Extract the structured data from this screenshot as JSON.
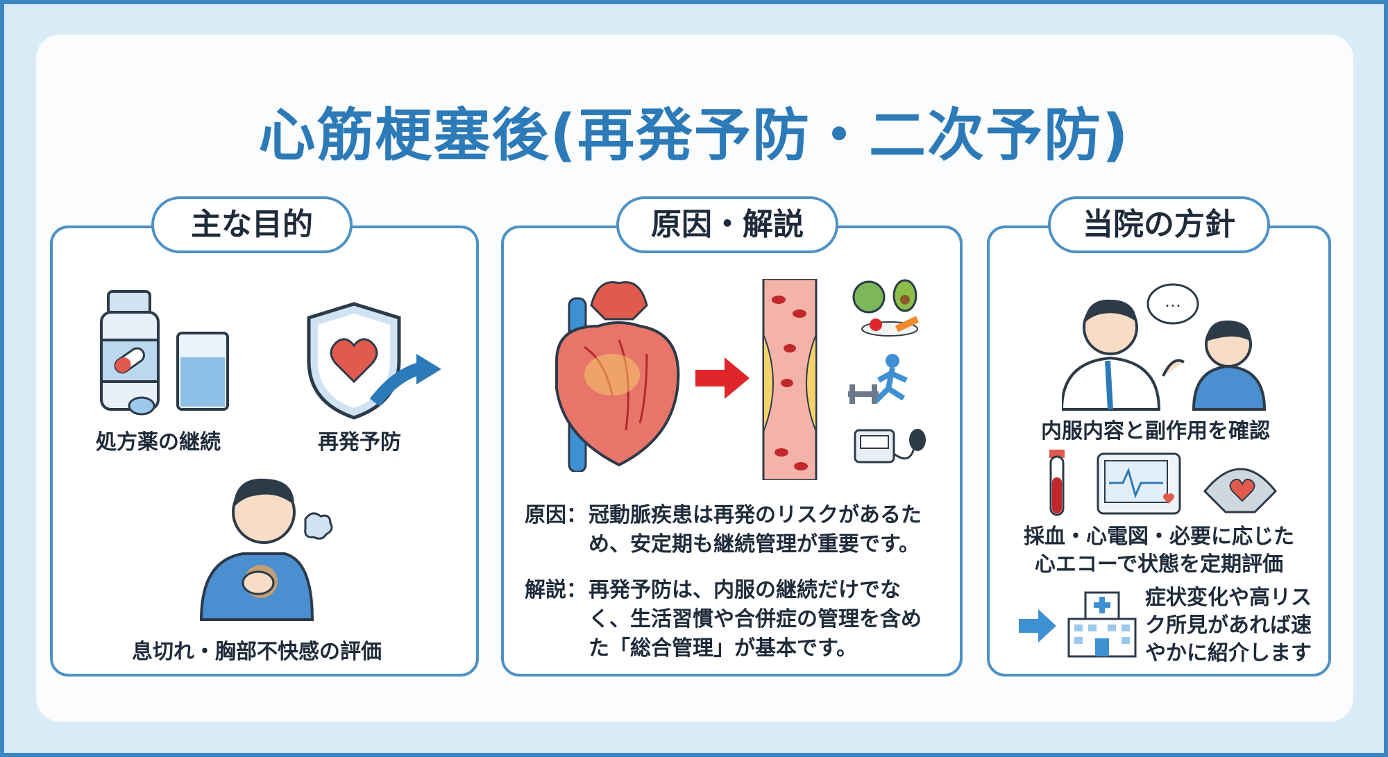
{
  "title": "心筋梗塞後(再発予防・二次予防)",
  "panels": [
    {
      "heading": "主な目的",
      "items": [
        "処方薬の継続",
        "再発予防",
        "息切れ・胸部不快感の評価"
      ]
    },
    {
      "heading": "原因・解説",
      "cause_key": "原因：",
      "cause_text": "冠動脈疾患は再発のリスクがあるため、安定期も継続管理が重要です。",
      "explain_key": "解説：",
      "explain_text": "再発予防は、内服の継続だけでなく、生活習慣や合併症の管理を含めた「総合管理」が基本です。"
    },
    {
      "heading": "当院の方針",
      "consult": "内服内容と副作用を確認",
      "tests_line1": "採血・心電図・必要に応じた",
      "tests_line2": "心エコーで状態を定期評価",
      "referral_line1": "症状変化や高リス",
      "referral_line2": "ク所見があれば速",
      "referral_line3": "やかに紹介します",
      "speech_dots": "…"
    }
  ],
  "colors": {
    "accent": "#2c7ab8",
    "border": "#4d91c6",
    "heart": "#e05a4e",
    "arrow": "#e0262b"
  }
}
